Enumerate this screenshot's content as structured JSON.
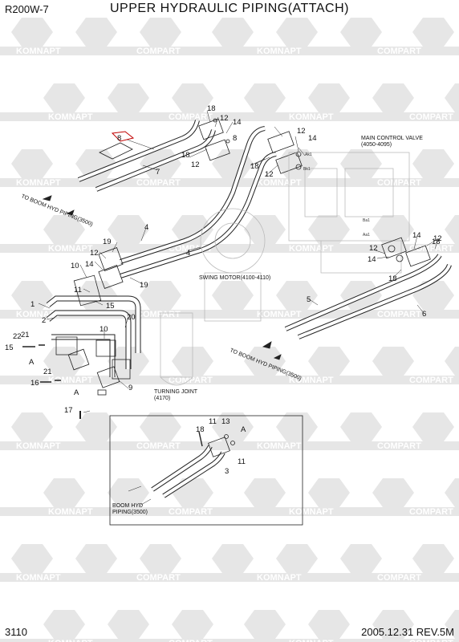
{
  "header": {
    "model": "R200W-7",
    "title": "UPPER HYDRAULIC PIPING(ATTACH)"
  },
  "footer": {
    "page_number": "3110",
    "revision": "2005.12.31  REV.5M"
  },
  "watermark": {
    "texts": [
      "KOMNAPT",
      "COMPART"
    ],
    "color": "#e6e6e6"
  },
  "labels": {
    "main_control_valve": "MAIN CONTROL VALVE",
    "main_control_valve_ref": "(4050-4095)",
    "swing_motor": "SWING MOTOR(4100-4110)",
    "to_boom_upper": "TO BOOM HYD PIPING(3500)",
    "to_boom_lower": "TO BOOM HYD PIPING(3500)",
    "turning_joint": "TURNING JOINT",
    "turning_joint_ref": "(4170)",
    "boom_hyd_line1": "BOOM HYD",
    "boom_hyd_line2": "PIPING(3500)",
    "ak1": "Ak1",
    "bk1": "Bk1",
    "ba1": "Ba1",
    "aa1": "Aa1",
    "detail_a1": "A",
    "detail_a2": "A",
    "detail_a3": "A"
  },
  "callouts": {
    "c8": "8",
    "c7": "7",
    "c18a": "18",
    "c12a": "12",
    "c14a": "14",
    "c18b": "18",
    "c12b": "12",
    "c8b": "8",
    "c12c": "12",
    "c14b": "14",
    "c18c": "18",
    "c12d": "12",
    "c4a": "4",
    "c4b": "4",
    "c19a": "19",
    "c12e": "12",
    "c14c": "14",
    "c19b": "19",
    "c10a": "10",
    "c11a": "11",
    "c1": "1",
    "c15a": "15",
    "c20": "20",
    "c2": "2",
    "c10b": "10",
    "c22": "22",
    "c21a": "21",
    "c15b": "15",
    "c16": "16",
    "c21b": "21",
    "c9": "9",
    "c17": "17",
    "c14d": "14",
    "c12f": "12",
    "c18d": "18",
    "c14e": "14",
    "c18e": "18",
    "c12g": "12",
    "c5": "5",
    "c6": "6",
    "c18f": "18",
    "c11b": "11",
    "c13": "13",
    "c3": "3",
    "c11c": "11"
  }
}
